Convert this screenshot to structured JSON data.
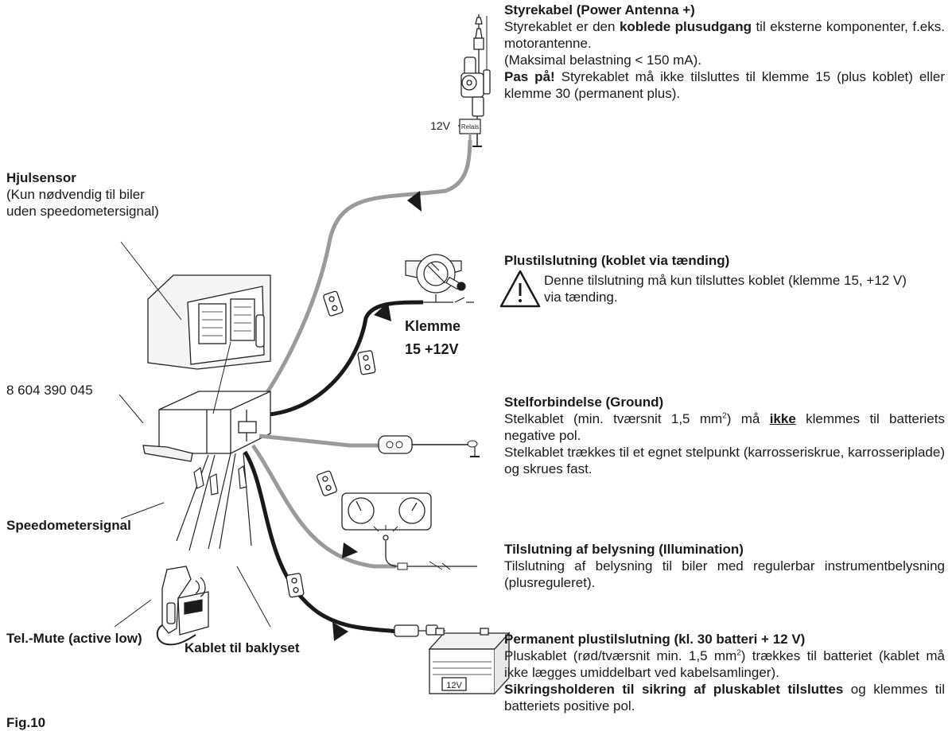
{
  "figure_label": "Fig.10",
  "part_number": "8 604 390 045",
  "labels": {
    "wheel_sensor": {
      "title": "Hjulsensor",
      "line1": "(Kun nødvendig til biler",
      "line2": "uden speedometersignal)"
    },
    "speedometer_signal": "Speedometersignal",
    "tel_mute": "Tel.-Mute (active low)",
    "reverse_light_cable": "Kablet til baklyset",
    "terminal15_line1": "Klemme",
    "terminal15_line2": "15 +12V",
    "relay_voltage": "12V",
    "relay_label": "Relais",
    "battery_label": "12V"
  },
  "sections": {
    "power_antenna": {
      "title": "Styrekabel (Power Antenna +)",
      "p1_before": "Styrekablet er den ",
      "p1_bold": "koblede plusudgang",
      "p1_after": " til eksterne komponenter, f.eks. motorantenne.",
      "p2": "(Maksimal belastning < 150 mA).",
      "p3_bold": "Pas på!",
      "p3_after": " Styrekablet må ikke tilsluttes til klemme 15 (plus koblet) eller klemme 30 (permanent plus)."
    },
    "ignition_plus": {
      "title": "Plustilslutning (koblet via tænding)",
      "text": "Denne tilslutning må kun tilsluttes koblet (klemme 15, +12 V) via tænding.",
      "warning_icon": "warning-triangle-icon"
    },
    "ground": {
      "title": "Stelforbindelse (Ground)",
      "p1_before": "Stelkablet (min. tværsnit 1,5 mm",
      "p1_sup": "2",
      "p1_mid": ") må ",
      "p1_underlined": "ikke",
      "p1_after": " klemmes til batteriets negative pol.",
      "p2": "Stelkablet trækkes til et egnet stelpunkt (karrosseriskrue, karrosseriplade) og skrues fast."
    },
    "illumination": {
      "title": "Tilslutning af belysning (Illumination)",
      "text": "Tilslutning af belysning til biler med regulerbar instrumentbelysning (plusreguleret)."
    },
    "permanent_plus": {
      "title": "Permanent plustilslutning (kl. 30 batteri + 12 V)",
      "p1_before": "Pluskablet (rød/tværsnit min. 1,5 mm",
      "p1_sup": "2",
      "p1_after": ") trækkes til batteriet (kablet må ikke lægges umiddelbart ved kabelsamlinger).",
      "p2_bold": "Sikringsholderen til sikring af pluskablet tilsluttes",
      "p2_after": " og klemmes til batteriets positive pol."
    }
  },
  "colors": {
    "dark_wire": "#1a1a1a",
    "grey_wire": "#9a9a9a",
    "line": "#222222",
    "fill_light": "#f2f2f2"
  }
}
